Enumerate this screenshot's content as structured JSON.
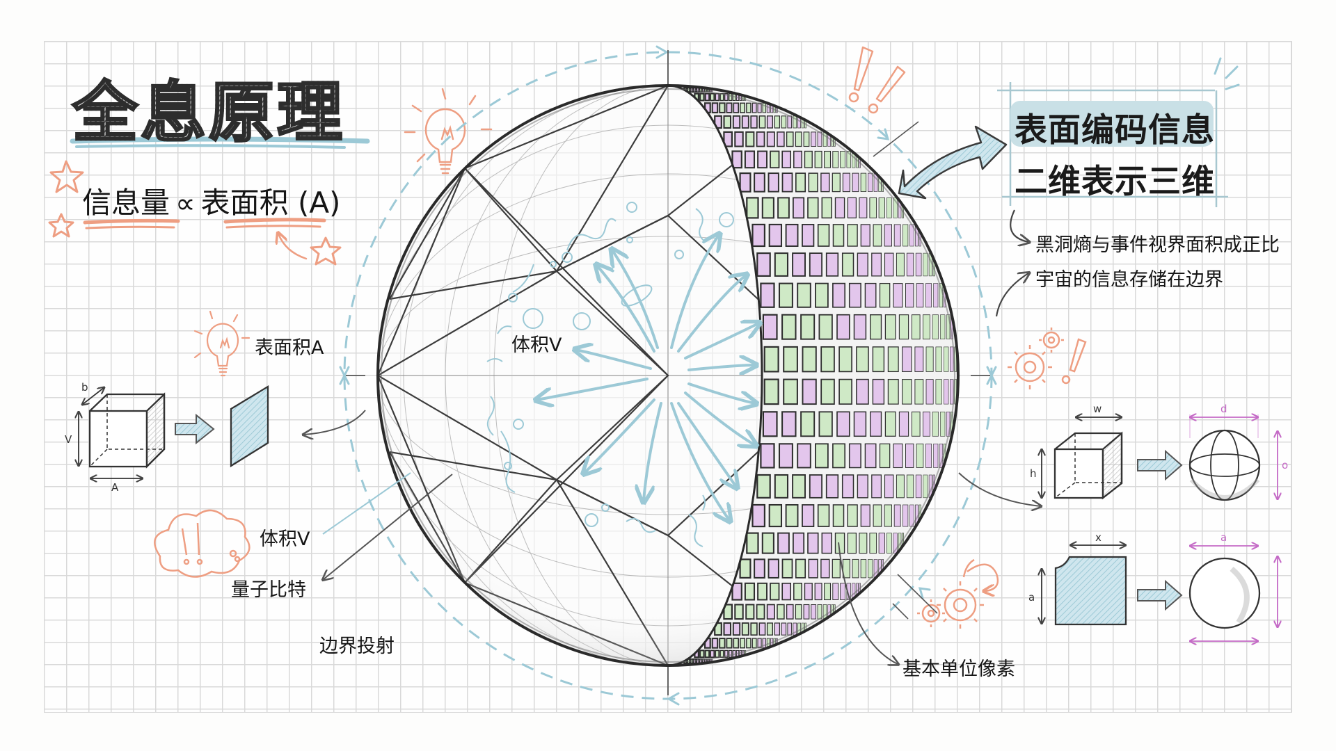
{
  "title": "全息原理",
  "formula": {
    "left": "信息量",
    "symbol": "∝",
    "right": "表面积 (A)"
  },
  "highlight_box": {
    "line1": "表面编码信息",
    "line2": "二维表示三维"
  },
  "notes": [
    "黑洞熵与事件视界面积成正比",
    "宇宙的信息存储在边界"
  ],
  "labels": {
    "surface_area": "表面积A",
    "volume_inner": "体积V",
    "volume_outer": "体积V",
    "qubit": "量子比特",
    "boundary_projection": "边界投射",
    "basic_pixel": "基本单位像素"
  },
  "left_diagram": {
    "cube_dims": {
      "depth": "b",
      "height": "V",
      "width": "A"
    }
  },
  "right_diagrams": {
    "top": {
      "cube_width": "w",
      "cube_height": "h",
      "sphere_diameter": "d",
      "sphere_height": "o"
    },
    "bottom": {
      "square_width": "x",
      "square_height": "a",
      "sphere_diameter": "a"
    }
  },
  "colors": {
    "accent_blue": "#9cc9d6",
    "accent_orange": "#ee9e82",
    "pixel_lavender": "#e3c6ec",
    "pixel_green": "#cfe9c6",
    "dimension_magenta": "#c46ac6",
    "ink": "#2a2a2a",
    "grid": "#d9d9d9"
  }
}
